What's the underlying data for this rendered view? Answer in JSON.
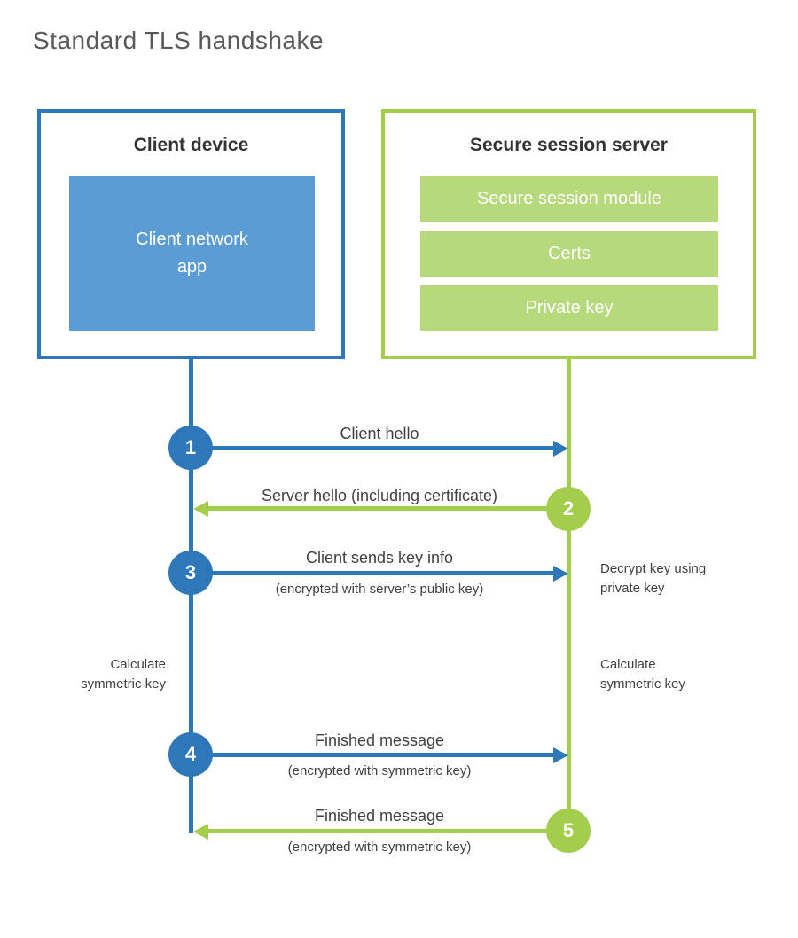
{
  "title": "Standard TLS handshake",
  "client_box": {
    "title": "Client device",
    "app": "Client network\napp"
  },
  "server_box": {
    "title": "Secure session server",
    "modules": [
      "Secure session module",
      "Certs",
      "Private key"
    ]
  },
  "steps": [
    {
      "number": "1",
      "label": "Client hello",
      "sublabel": "",
      "direction": "client-to-server",
      "color": "blue"
    },
    {
      "number": "2",
      "label": "Server hello (including certificate)",
      "sublabel": "",
      "direction": "server-to-client",
      "color": "green"
    },
    {
      "number": "3",
      "label": "Client sends key info",
      "sublabel": "(encrypted with server’s public key)",
      "direction": "client-to-server",
      "color": "blue"
    },
    {
      "number": "4",
      "label": "Finished message",
      "sublabel": "(encrypted with symmetric key)",
      "direction": "client-to-server",
      "color": "blue"
    },
    {
      "number": "5",
      "label": "Finished message",
      "sublabel": "(encrypted with symmetric key)",
      "direction": "server-to-client",
      "color": "green"
    }
  ],
  "side_notes": [
    {
      "text": "Decrypt key using\nprivate key",
      "side": "right"
    },
    {
      "text": "Calculate\nsymmetric key",
      "side": "left"
    },
    {
      "text": "Calculate\nsymmetric key",
      "side": "right"
    }
  ],
  "colors": {
    "blue": "#2e77b8",
    "blue_fill": "#5b9cd5",
    "green": "#a2ce4c",
    "green_fill": "#b6d97c"
  }
}
